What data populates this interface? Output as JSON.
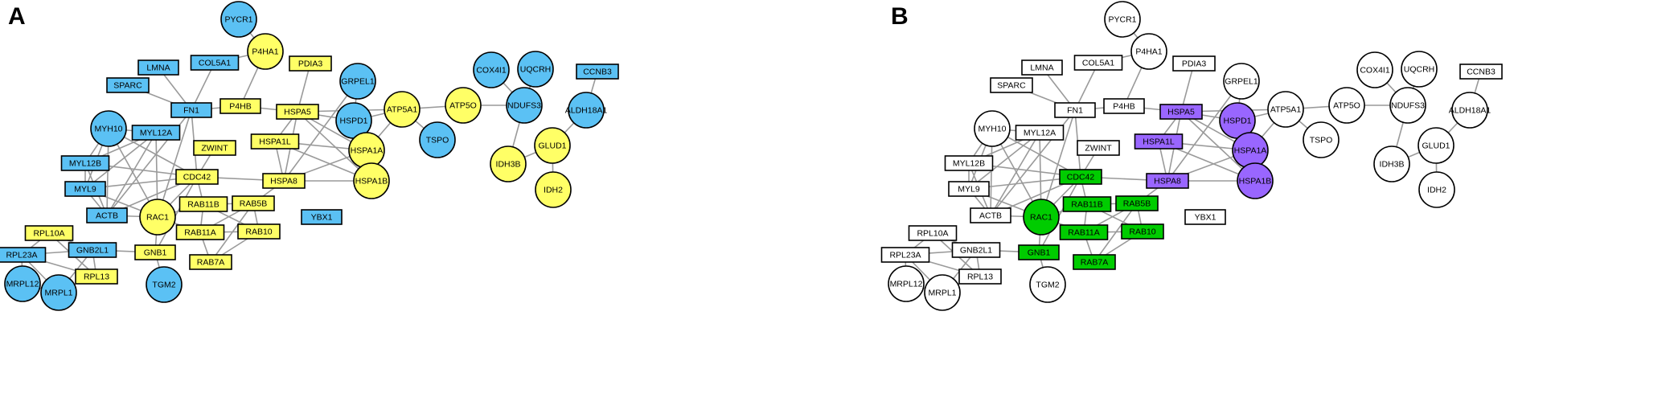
{
  "panels": [
    {
      "id": "A",
      "label": "A"
    },
    {
      "id": "B",
      "label": "B"
    }
  ],
  "colors": {
    "blue": "#5bc1f4",
    "yellow": "#ffff66",
    "green": "#00cc00",
    "purple": "#9966ff",
    "white": "#ffffff",
    "edge": "#9a9a9a",
    "stroke": "#000000"
  },
  "nodes": [
    {
      "id": "PYCR1",
      "label": "PYCR1",
      "shape": "circle",
      "colorA": "blue"
    },
    {
      "id": "P4HA1",
      "label": "P4HA1",
      "shape": "circle",
      "colorA": "yellow"
    },
    {
      "id": "LMNA",
      "label": "LMNA",
      "shape": "rect",
      "colorA": "blue"
    },
    {
      "id": "COL5A1",
      "label": "COL5A1",
      "shape": "rect",
      "colorA": "blue"
    },
    {
      "id": "PDIA3",
      "label": "PDIA3",
      "shape": "rect",
      "colorA": "yellow"
    },
    {
      "id": "SPARC",
      "label": "SPARC",
      "shape": "rect",
      "colorA": "blue"
    },
    {
      "id": "FN1",
      "label": "FN1",
      "shape": "rect",
      "colorA": "blue"
    },
    {
      "id": "P4HB",
      "label": "P4HB",
      "shape": "rect",
      "colorA": "yellow"
    },
    {
      "id": "HSPA5",
      "label": "HSPA5",
      "shape": "rect",
      "colorA": "yellow",
      "colorB": "purple"
    },
    {
      "id": "GRPEL1",
      "label": "GRPEL1",
      "shape": "circle",
      "colorA": "blue"
    },
    {
      "id": "HSPD1",
      "label": "HSPD1",
      "shape": "circle",
      "colorA": "blue",
      "colorB": "purple"
    },
    {
      "id": "ATP5A1",
      "label": "ATP5A1",
      "shape": "circle",
      "colorA": "yellow"
    },
    {
      "id": "ATP5O",
      "label": "ATP5O",
      "shape": "circle",
      "colorA": "yellow"
    },
    {
      "id": "TSPO",
      "label": "TSPO",
      "shape": "circle",
      "colorA": "blue"
    },
    {
      "id": "COX4I1",
      "label": "COX4I1",
      "shape": "circle",
      "colorA": "blue"
    },
    {
      "id": "UQCRH",
      "label": "UQCRH",
      "shape": "circle",
      "colorA": "blue"
    },
    {
      "id": "NDUFS3",
      "label": "NDUFS3",
      "shape": "circle",
      "colorA": "blue"
    },
    {
      "id": "CCNB3",
      "label": "CCNB3",
      "shape": "rect",
      "colorA": "blue"
    },
    {
      "id": "ALDH18A1",
      "label": "ALDH18A1",
      "shape": "circle",
      "colorA": "blue"
    },
    {
      "id": "GLUD1",
      "label": "GLUD1",
      "shape": "circle",
      "colorA": "yellow"
    },
    {
      "id": "IDH3B",
      "label": "IDH3B",
      "shape": "circle",
      "colorA": "yellow"
    },
    {
      "id": "IDH2",
      "label": "IDH2",
      "shape": "circle",
      "colorA": "yellow"
    },
    {
      "id": "MYH10",
      "label": "MYH10",
      "shape": "circle",
      "colorA": "blue"
    },
    {
      "id": "MYL12A",
      "label": "MYL12A",
      "shape": "rect",
      "colorA": "blue"
    },
    {
      "id": "ZWINT",
      "label": "ZWINT",
      "shape": "rect",
      "colorA": "yellow"
    },
    {
      "id": "HSPA1L",
      "label": "HSPA1L",
      "shape": "rect",
      "colorA": "yellow",
      "colorB": "purple"
    },
    {
      "id": "HSPA1A",
      "label": "HSPA1A",
      "shape": "circle",
      "colorA": "yellow",
      "colorB": "purple"
    },
    {
      "id": "MYL12B",
      "label": "MYL12B",
      "shape": "rect",
      "colorA": "blue"
    },
    {
      "id": "CDC42",
      "label": "CDC42",
      "shape": "rect",
      "colorA": "yellow",
      "colorB": "green"
    },
    {
      "id": "HSPA8",
      "label": "HSPA8",
      "shape": "rect",
      "colorA": "yellow",
      "colorB": "purple"
    },
    {
      "id": "HSPA1B",
      "label": "HSPA1B",
      "shape": "circle",
      "colorA": "yellow",
      "colorB": "purple"
    },
    {
      "id": "MYL9",
      "label": "MYL9",
      "shape": "rect",
      "colorA": "blue"
    },
    {
      "id": "RAB11B",
      "label": "RAB11B",
      "shape": "rect",
      "colorA": "yellow",
      "colorB": "green"
    },
    {
      "id": "RAB5B",
      "label": "RAB5B",
      "shape": "rect",
      "colorA": "yellow",
      "colorB": "green"
    },
    {
      "id": "ACTB",
      "label": "ACTB",
      "shape": "rect",
      "colorA": "blue"
    },
    {
      "id": "RAC1",
      "label": "RAC1",
      "shape": "circle",
      "colorA": "yellow",
      "colorB": "green"
    },
    {
      "id": "YBX1",
      "label": "YBX1",
      "shape": "rect",
      "colorA": "blue"
    },
    {
      "id": "RAB11A",
      "label": "RAB11A",
      "shape": "rect",
      "colorA": "yellow",
      "colorB": "green"
    },
    {
      "id": "RAB10",
      "label": "RAB10",
      "shape": "rect",
      "colorA": "yellow",
      "colorB": "green"
    },
    {
      "id": "RPL10A",
      "label": "RPL10A",
      "shape": "rect",
      "colorA": "yellow"
    },
    {
      "id": "RPL23A",
      "label": "RPL23A",
      "shape": "rect",
      "colorA": "blue"
    },
    {
      "id": "GNB2L1",
      "label": "GNB2L1",
      "shape": "rect",
      "colorA": "blue"
    },
    {
      "id": "GNB1",
      "label": "GNB1",
      "shape": "rect",
      "colorA": "yellow",
      "colorB": "green"
    },
    {
      "id": "RAB7A",
      "label": "RAB7A",
      "shape": "rect",
      "colorA": "yellow",
      "colorB": "green"
    },
    {
      "id": "RPL13",
      "label": "RPL13",
      "shape": "rect",
      "colorA": "yellow"
    },
    {
      "id": "TGM2",
      "label": "TGM2",
      "shape": "circle",
      "colorA": "blue"
    },
    {
      "id": "MRPL12",
      "label": "MRPL12",
      "shape": "circle",
      "colorA": "blue"
    },
    {
      "id": "MRPL1",
      "label": "MRPL1",
      "shape": "circle",
      "colorA": "blue"
    }
  ],
  "edges": [
    [
      "PYCR1",
      "P4HA1"
    ],
    [
      "P4HA1",
      "COL5A1"
    ],
    [
      "P4HA1",
      "P4HB"
    ],
    [
      "LMNA",
      "FN1"
    ],
    [
      "COL5A1",
      "FN1"
    ],
    [
      "SPARC",
      "FN1"
    ],
    [
      "FN1",
      "P4HB"
    ],
    [
      "P4HB",
      "HSPA5"
    ],
    [
      "PDIA3",
      "HSPA5"
    ],
    [
      "FN1",
      "CDC42"
    ],
    [
      "FN1",
      "RAC1"
    ],
    [
      "FN1",
      "ACTB"
    ],
    [
      "HSPA5",
      "HSPD1"
    ],
    [
      "HSPA5",
      "HSPA1A"
    ],
    [
      "HSPA5",
      "HSPA1B"
    ],
    [
      "HSPA5",
      "HSPA8"
    ],
    [
      "HSPA5",
      "HSPA1L"
    ],
    [
      "HSPA5",
      "ATP5A1"
    ],
    [
      "GRPEL1",
      "HSPA8"
    ],
    [
      "GRPEL1",
      "HSPD1"
    ],
    [
      "HSPD1",
      "ATP5A1"
    ],
    [
      "ATP5A1",
      "HSPA1A"
    ],
    [
      "ATP5A1",
      "TSPO"
    ],
    [
      "ATP5A1",
      "ATP5O"
    ],
    [
      "ATP5O",
      "NDUFS3"
    ],
    [
      "COX4I1",
      "NDUFS3"
    ],
    [
      "UQCRH",
      "NDUFS3"
    ],
    [
      "NDUFS3",
      "IDH3B"
    ],
    [
      "CCNB3",
      "ALDH18A1"
    ],
    [
      "ALDH18A1",
      "GLUD1"
    ],
    [
      "GLUD1",
      "IDH3B"
    ],
    [
      "GLUD1",
      "IDH2"
    ],
    [
      "HSPA1L",
      "HSPA1A"
    ],
    [
      "HSPA1L",
      "HSPA8"
    ],
    [
      "HSPA1L",
      "HSPA1B"
    ],
    [
      "HSPA8",
      "HSPA1A"
    ],
    [
      "HSPA8",
      "HSPA1B"
    ],
    [
      "HSPA8",
      "RAB5B"
    ],
    [
      "HSPA8",
      "CDC42"
    ],
    [
      "MYH10",
      "MYL12A"
    ],
    [
      "MYH10",
      "MYL12B"
    ],
    [
      "MYH10",
      "MYL9"
    ],
    [
      "MYH10",
      "CDC42"
    ],
    [
      "MYH10",
      "RAC1"
    ],
    [
      "MYH10",
      "ACTB"
    ],
    [
      "MYL12A",
      "MYL12B"
    ],
    [
      "MYL12A",
      "MYL9"
    ],
    [
      "MYL12A",
      "ACTB"
    ],
    [
      "MYL12A",
      "RAC1"
    ],
    [
      "MYL12B",
      "MYL9"
    ],
    [
      "MYL12B",
      "CDC42"
    ],
    [
      "MYL12B",
      "ACTB"
    ],
    [
      "MYL9",
      "CDC42"
    ],
    [
      "MYL9",
      "ACTB"
    ],
    [
      "MYL9",
      "RAC1"
    ],
    [
      "ZWINT",
      "CDC42"
    ],
    [
      "CDC42",
      "RAC1"
    ],
    [
      "CDC42",
      "ACTB"
    ],
    [
      "CDC42",
      "RAB11B"
    ],
    [
      "CDC42",
      "GNB1"
    ],
    [
      "ACTB",
      "RAC1"
    ],
    [
      "RAC1",
      "RAB11B"
    ],
    [
      "RAC1",
      "RAB11A"
    ],
    [
      "RAC1",
      "GNB1"
    ],
    [
      "RAB11B",
      "RAB5B"
    ],
    [
      "RAB11B",
      "RAB11A"
    ],
    [
      "RAB11B",
      "RAB10"
    ],
    [
      "RAB5B",
      "RAB11A"
    ],
    [
      "RAB5B",
      "RAB10"
    ],
    [
      "RAB5B",
      "RAB7A"
    ],
    [
      "RAB11A",
      "RAB10"
    ],
    [
      "RAB11A",
      "RAB7A"
    ],
    [
      "RAB10",
      "RAB7A"
    ],
    [
      "GNB1",
      "TGM2"
    ],
    [
      "GNB1",
      "GNB2L1"
    ],
    [
      "RPL10A",
      "RPL23A"
    ],
    [
      "RPL10A",
      "GNB2L1"
    ],
    [
      "RPL10A",
      "RPL13"
    ],
    [
      "RPL23A",
      "GNB2L1"
    ],
    [
      "RPL23A",
      "RPL13"
    ],
    [
      "RPL23A",
      "MRPL12"
    ],
    [
      "RPL23A",
      "MRPL1"
    ],
    [
      "GNB2L1",
      "RPL13"
    ],
    [
      "GNB2L1",
      "MRPL1"
    ],
    [
      "MRPL12",
      "MRPL1"
    ]
  ]
}
